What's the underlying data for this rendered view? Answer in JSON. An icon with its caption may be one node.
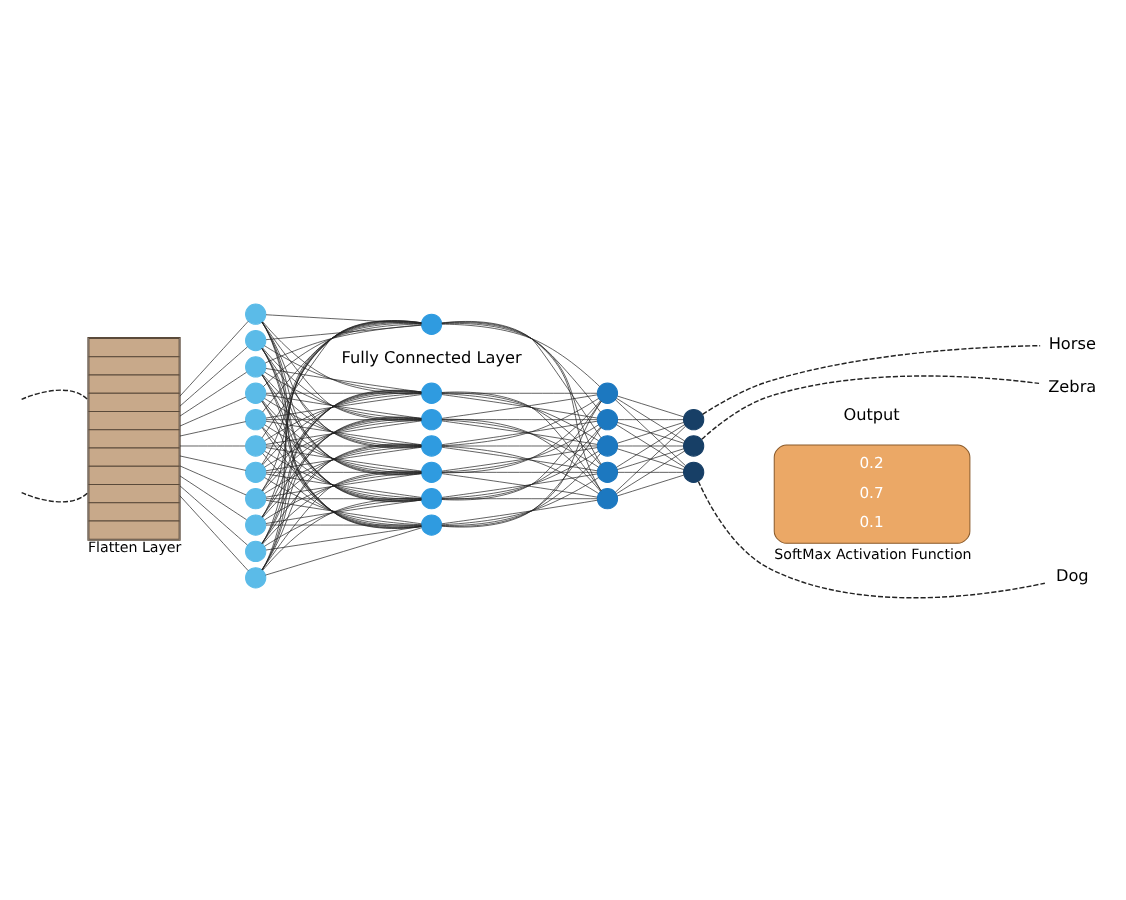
{
  "diagram": {
    "nodes": [
      {
        "text": [],
        "shape": "bar",
        "beside": [
          "Flatten Layer"
        ]
      },
      {
        "text": [],
        "shape": "circle"
      },
      {
        "text": [],
        "shape": "circle"
      },
      {
        "text": [],
        "shape": "circle"
      },
      {
        "text": [],
        "shape": "circle"
      },
      {
        "text": [],
        "shape": "circle"
      },
      {
        "text": [],
        "shape": "circle"
      },
      {
        "text": [],
        "shape": "circle"
      },
      {
        "text": [],
        "shape": "circle"
      },
      {
        "text": [],
        "shape": "circle"
      },
      {
        "text": [],
        "shape": "circle"
      },
      {
        "text": [],
        "shape": "circle"
      },
      {
        "text": [],
        "shape": "circle"
      },
      {
        "text": [],
        "shape": "circle"
      },
      {
        "text": [],
        "shape": "circle"
      },
      {
        "text": [],
        "shape": "circle"
      },
      {
        "text": [],
        "shape": "circle"
      },
      {
        "text": [],
        "shape": "circle"
      },
      {
        "text": [],
        "shape": "circle"
      },
      {
        "text": [],
        "shape": "circle"
      },
      {
        "text": [],
        "shape": "circle"
      },
      {
        "text": [],
        "shape": "circle"
      },
      {
        "text": [],
        "shape": "circle"
      },
      {
        "text": [],
        "shape": "circle"
      },
      {
        "text": [],
        "shape": "circle"
      },
      {
        "text": [],
        "shape": "circle"
      },
      {
        "text": [],
        "shape": "circle"
      },
      {
        "text": [
          "0.2",
          "0.7",
          "0.1"
        ],
        "beside": [
          "SoftMax Activation Function"
        ]
      },
      {
        "text": [
          "Horse"
        ]
      },
      {
        "text": [
          "Zebra"
        ]
      },
      {
        "text": [
          "Dog"
        ]
      }
    ],
    "edges": [
      {
        "from": null,
        "to": 0,
        "arrow": "none",
        "style": "dashed"
      },
      {
        "from": null,
        "to": 0,
        "arrow": "none",
        "style": "dashed"
      },
      {
        "from": 0,
        "to": 1,
        "arrow": "none"
      },
      {
        "from": 0,
        "to": 2,
        "arrow": "none"
      },
      {
        "from": 0,
        "to": 3,
        "arrow": "none"
      },
      {
        "from": 0,
        "to": 4,
        "arrow": "none"
      },
      {
        "from": 0,
        "to": 5,
        "arrow": "none"
      },
      {
        "from": 0,
        "to": 6,
        "arrow": "none"
      },
      {
        "from": 0,
        "to": 7,
        "arrow": "none"
      },
      {
        "from": 0,
        "to": 8,
        "arrow": "none"
      },
      {
        "from": 0,
        "to": 9,
        "arrow": "none"
      },
      {
        "from": 0,
        "to": 10,
        "arrow": "none"
      },
      {
        "from": 0,
        "to": 11,
        "arrow": "none"
      },
      {
        "from": 1,
        "to": 12,
        "arrow": "none"
      },
      {
        "from": 1,
        "to": 13,
        "arrow": "none"
      },
      {
        "from": 1,
        "to": 14,
        "arrow": "none"
      },
      {
        "from": 1,
        "to": 15,
        "arrow": "none"
      },
      {
        "from": 1,
        "to": 16,
        "arrow": "none"
      },
      {
        "from": 1,
        "to": 17,
        "arrow": "none"
      },
      {
        "from": 1,
        "to": 18,
        "arrow": "none"
      },
      {
        "from": 2,
        "to": 12,
        "arrow": "none"
      },
      {
        "from": 2,
        "to": 13,
        "arrow": "none"
      },
      {
        "from": 2,
        "to": 14,
        "arrow": "none"
      },
      {
        "from": 2,
        "to": 15,
        "arrow": "none"
      },
      {
        "from": 2,
        "to": 16,
        "arrow": "none"
      },
      {
        "from": 2,
        "to": 17,
        "arrow": "none"
      },
      {
        "from": 2,
        "to": 18,
        "arrow": "none"
      },
      {
        "from": 3,
        "to": 12,
        "arrow": "none"
      },
      {
        "from": 3,
        "to": 13,
        "arrow": "none"
      },
      {
        "from": 3,
        "to": 14,
        "arrow": "none"
      },
      {
        "from": 3,
        "to": 15,
        "arrow": "none"
      },
      {
        "from": 3,
        "to": 16,
        "arrow": "none"
      },
      {
        "from": 3,
        "to": 17,
        "arrow": "none"
      },
      {
        "from": 3,
        "to": 18,
        "arrow": "none"
      },
      {
        "from": 4,
        "to": 12,
        "arrow": "none"
      },
      {
        "from": 4,
        "to": 13,
        "arrow": "none"
      },
      {
        "from": 4,
        "to": 14,
        "arrow": "none"
      },
      {
        "from": 4,
        "to": 15,
        "arrow": "none"
      },
      {
        "from": 4,
        "to": 16,
        "arrow": "none"
      },
      {
        "from": 4,
        "to": 17,
        "arrow": "none"
      },
      {
        "from": 4,
        "to": 18,
        "arrow": "none"
      },
      {
        "from": 5,
        "to": 12,
        "arrow": "none"
      },
      {
        "from": 5,
        "to": 13,
        "arrow": "none"
      },
      {
        "from": 5,
        "to": 14,
        "arrow": "none"
      },
      {
        "from": 5,
        "to": 15,
        "arrow": "none"
      },
      {
        "from": 5,
        "to": 16,
        "arrow": "none"
      },
      {
        "from": 5,
        "to": 17,
        "arrow": "none"
      },
      {
        "from": 5,
        "to": 18,
        "arrow": "none"
      },
      {
        "from": 6,
        "to": 12,
        "arrow": "none"
      },
      {
        "from": 6,
        "to": 13,
        "arrow": "none"
      },
      {
        "from": 6,
        "to": 14,
        "arrow": "none"
      },
      {
        "from": 6,
        "to": 15,
        "arrow": "none"
      },
      {
        "from": 6,
        "to": 16,
        "arrow": "none"
      },
      {
        "from": 6,
        "to": 17,
        "arrow": "none"
      },
      {
        "from": 6,
        "to": 18,
        "arrow": "none"
      },
      {
        "from": 7,
        "to": 12,
        "arrow": "none"
      },
      {
        "from": 7,
        "to": 13,
        "arrow": "none"
      },
      {
        "from": 7,
        "to": 14,
        "arrow": "none"
      },
      {
        "from": 7,
        "to": 15,
        "arrow": "none"
      },
      {
        "from": 7,
        "to": 16,
        "arrow": "none"
      },
      {
        "from": 7,
        "to": 17,
        "arrow": "none"
      },
      {
        "from": 7,
        "to": 18,
        "arrow": "none"
      },
      {
        "from": 8,
        "to": 12,
        "arrow": "none"
      },
      {
        "from": 8,
        "to": 13,
        "arrow": "none"
      },
      {
        "from": 8,
        "to": 14,
        "arrow": "none"
      },
      {
        "from": 8,
        "to": 15,
        "arrow": "none"
      },
      {
        "from": 8,
        "to": 16,
        "arrow": "none"
      },
      {
        "from": 8,
        "to": 17,
        "arrow": "none"
      },
      {
        "from": 8,
        "to": 18,
        "arrow": "none"
      },
      {
        "from": 9,
        "to": 12,
        "arrow": "none"
      },
      {
        "from": 9,
        "to": 13,
        "arrow": "none"
      },
      {
        "from": 9,
        "to": 14,
        "arrow": "none"
      },
      {
        "from": 9,
        "to": 15,
        "arrow": "none"
      },
      {
        "from": 9,
        "to": 16,
        "arrow": "none"
      },
      {
        "from": 9,
        "to": 17,
        "arrow": "none"
      },
      {
        "from": 9,
        "to": 18,
        "arrow": "none"
      },
      {
        "from": 10,
        "to": 12,
        "arrow": "none"
      },
      {
        "from": 10,
        "to": 13,
        "arrow": "none"
      },
      {
        "from": 10,
        "to": 14,
        "arrow": "none"
      },
      {
        "from": 10,
        "to": 15,
        "arrow": "none"
      },
      {
        "from": 10,
        "to": 16,
        "arrow": "none"
      },
      {
        "from": 10,
        "to": 17,
        "arrow": "none"
      },
      {
        "from": 10,
        "to": 18,
        "arrow": "none"
      },
      {
        "from": 11,
        "to": 12,
        "arrow": "none"
      },
      {
        "from": 11,
        "to": 13,
        "arrow": "none"
      },
      {
        "from": 11,
        "to": 14,
        "arrow": "none"
      },
      {
        "from": 11,
        "to": 15,
        "arrow": "none"
      },
      {
        "from": 11,
        "to": 16,
        "arrow": "none"
      },
      {
        "from": 11,
        "to": 17,
        "arrow": "none"
      },
      {
        "from": 11,
        "to": 18,
        "arrow": "none"
      },
      {
        "from": 12,
        "to": 19,
        "arrow": "none"
      },
      {
        "from": 12,
        "to": 20,
        "arrow": "none"
      },
      {
        "from": 12,
        "to": 21,
        "arrow": "none"
      },
      {
        "from": 12,
        "to": 22,
        "arrow": "none"
      },
      {
        "from": 12,
        "to": 23,
        "arrow": "none"
      },
      {
        "from": 13,
        "to": 19,
        "arrow": "none"
      },
      {
        "from": 13,
        "to": 20,
        "arrow": "none"
      },
      {
        "from": 13,
        "to": 21,
        "arrow": "none"
      },
      {
        "from": 13,
        "to": 22,
        "arrow": "none"
      },
      {
        "from": 13,
        "to": 23,
        "arrow": "none"
      },
      {
        "from": 14,
        "to": 19,
        "arrow": "none"
      },
      {
        "from": 14,
        "to": 20,
        "arrow": "none"
      },
      {
        "from": 14,
        "to": 21,
        "arrow": "none"
      },
      {
        "from": 14,
        "to": 22,
        "arrow": "none"
      },
      {
        "from": 14,
        "to": 23,
        "arrow": "none"
      },
      {
        "from": 15,
        "to": 19,
        "arrow": "none"
      },
      {
        "from": 15,
        "to": 20,
        "arrow": "none"
      },
      {
        "from": 15,
        "to": 21,
        "arrow": "none"
      },
      {
        "from": 15,
        "to": 22,
        "arrow": "none"
      },
      {
        "from": 15,
        "to": 23,
        "arrow": "none"
      },
      {
        "from": 16,
        "to": 19,
        "arrow": "none"
      },
      {
        "from": 16,
        "to": 20,
        "arrow": "none"
      },
      {
        "from": 16,
        "to": 21,
        "arrow": "none"
      },
      {
        "from": 16,
        "to": 22,
        "arrow": "none"
      },
      {
        "from": 16,
        "to": 23,
        "arrow": "none"
      },
      {
        "from": 17,
        "to": 19,
        "arrow": "none"
      },
      {
        "from": 17,
        "to": 20,
        "arrow": "none"
      },
      {
        "from": 17,
        "to": 21,
        "arrow": "none"
      },
      {
        "from": 17,
        "to": 22,
        "arrow": "none"
      },
      {
        "from": 17,
        "to": 23,
        "arrow": "none"
      },
      {
        "from": 18,
        "to": 19,
        "arrow": "none"
      },
      {
        "from": 18,
        "to": 20,
        "arrow": "none"
      },
      {
        "from": 18,
        "to": 21,
        "arrow": "none"
      },
      {
        "from": 18,
        "to": 22,
        "arrow": "none"
      },
      {
        "from": 18,
        "to": 23,
        "arrow": "none"
      },
      {
        "from": 19,
        "to": 24,
        "arrow": "none"
      },
      {
        "from": 19,
        "to": 25,
        "arrow": "none"
      },
      {
        "from": 19,
        "to": 26,
        "arrow": "none"
      },
      {
        "from": 20,
        "to": 24,
        "arrow": "none"
      },
      {
        "from": 20,
        "to": 25,
        "arrow": "none"
      },
      {
        "from": 20,
        "to": 26,
        "arrow": "none"
      },
      {
        "from": 21,
        "to": 24,
        "arrow": "none"
      },
      {
        "from": 21,
        "to": 25,
        "arrow": "none"
      },
      {
        "from": 21,
        "to": 26,
        "arrow": "none"
      },
      {
        "from": 22,
        "to": 24,
        "arrow": "none"
      },
      {
        "from": 22,
        "to": 25,
        "arrow": "none"
      },
      {
        "from": 22,
        "to": 26,
        "arrow": "none"
      },
      {
        "from": 23,
        "to": 24,
        "arrow": "none"
      },
      {
        "from": 23,
        "to": 25,
        "arrow": "none"
      },
      {
        "from": 23,
        "to": 26,
        "arrow": "none"
      },
      {
        "from": 24,
        "to": 28,
        "arrow": "none",
        "style": "dashed"
      },
      {
        "from": 25,
        "to": 29,
        "arrow": "none",
        "style": "dashed"
      },
      {
        "from": 26,
        "to": 30,
        "arrow": "none",
        "style": "dashed"
      }
    ],
    "labels": [
      "Output",
      "Fully Connected Layer"
    ]
  }
}
